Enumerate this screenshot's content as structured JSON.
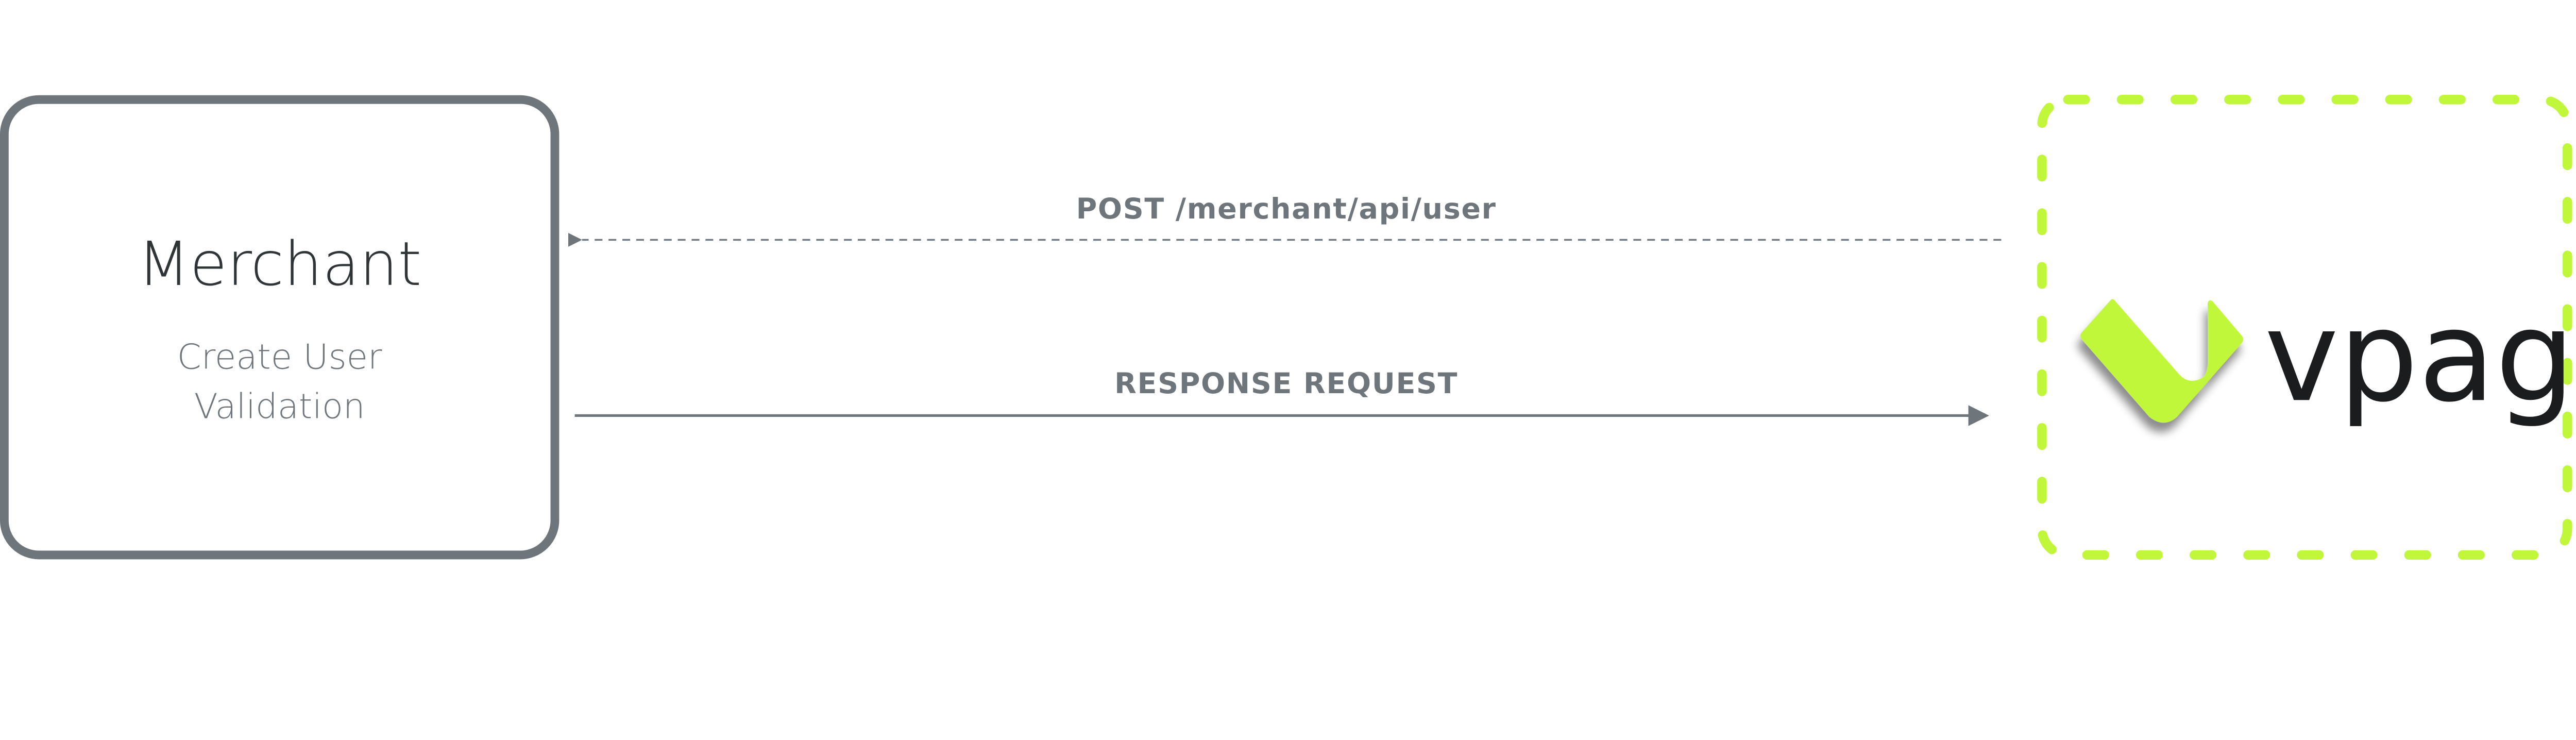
{
  "merchant": {
    "title": "Merchant",
    "subtitle_line1": "Create User",
    "subtitle_line2": "Validation",
    "border_color": "#6e757b"
  },
  "flows": [
    {
      "label": "POST /merchant/api/user",
      "style": "dashed",
      "direction": "to-merchant"
    },
    {
      "label": "RESPONSE REQUEST",
      "style": "solid",
      "direction": "to-vpag"
    }
  ],
  "vpag": {
    "logo_text": "vpag",
    "border_style": "dashed",
    "accent_color": "#c1f73a",
    "icon": "vpag-check-logo-icon"
  }
}
